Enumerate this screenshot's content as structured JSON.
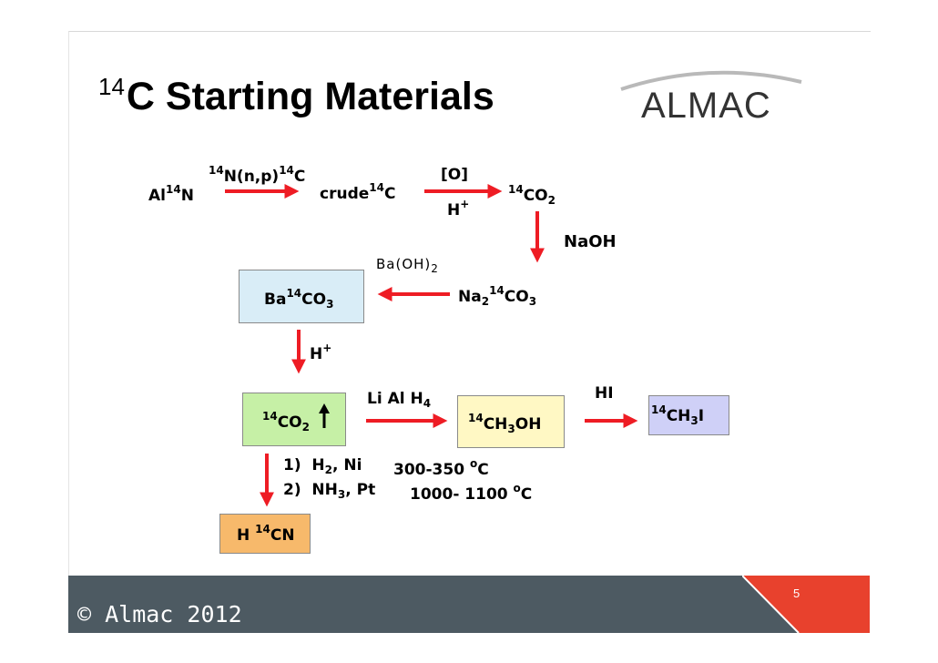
{
  "slide": {
    "title_sup": "14",
    "title_main": "C Starting Materials",
    "logo": "ALMAC",
    "footer": "© Almac 2012",
    "page_number": "5"
  },
  "colors": {
    "arrow": "#ee1c24",
    "footer_bg": "#4d5a62",
    "footer_accent": "#e8412d",
    "box_blue": "#d9edf7",
    "box_green": "#c6f0a6",
    "box_yellow": "#fff8c4",
    "box_lavender": "#cfd0f7",
    "box_orange": "#f7b96b"
  },
  "reagents": {
    "nuclear": "14N(n,p)14C",
    "oxidation_top": "[O]",
    "oxidation_bottom": "H+",
    "naoh": "NaOH",
    "baoh2": "Ba(OH)2",
    "acid": "H+",
    "lialh4": "Li Al H4",
    "hi": "HI",
    "step1": "1)  H2, Ni",
    "step1_temp": "300-350 °C",
    "step2": "2)  NH3, Pt",
    "step2_temp": "1000- 1100 °C"
  },
  "compounds": {
    "al14n": "Al14N",
    "crude14c": "crude14C",
    "co2_14": "14CO2",
    "na2co3": "Na214CO3",
    "baco3": "Ba14CO3",
    "co2_gas": "14CO2",
    "ch3oh": "14CH3OH",
    "ch3i": "14CH3I",
    "hcn": "H14CN"
  }
}
